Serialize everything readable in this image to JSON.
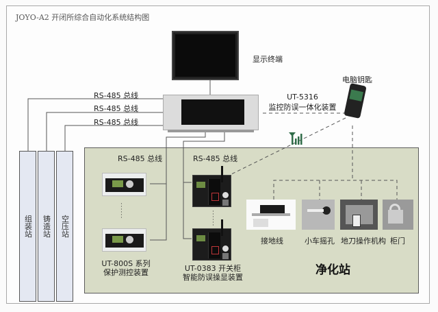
{
  "title": "JOYO-A2 开闭所综合自动化系统结构图",
  "devices": {
    "display_terminal": "显示终端",
    "computer_key": "电脑钥匙",
    "ut5316_model": "UT-5316",
    "ut5316_desc": "监控防误一体化装置",
    "ut800s_model": "UT-800S 系列",
    "ut800s_desc": "保护测控装置",
    "ut0383_model": "UT-0383 开关柜",
    "ut0383_desc": "智能防误操显装置"
  },
  "bus_labels": [
    "RS-485 总线",
    "RS-485 总线",
    "RS-485 总线",
    "RS-485 总线",
    "RS-485 总线"
  ],
  "stations": [
    "组装站",
    "铸造站",
    "空压站"
  ],
  "main_station": "净化站",
  "accessories": [
    "接地线",
    "小车摇孔",
    "地刀操作机构",
    "柜门"
  ],
  "ellipsis": "⋮",
  "colors": {
    "panel_green": "#d8dcc6",
    "station_blue": "#e4e8f2",
    "signal_green": "#2f6b48",
    "line": "#555555"
  }
}
